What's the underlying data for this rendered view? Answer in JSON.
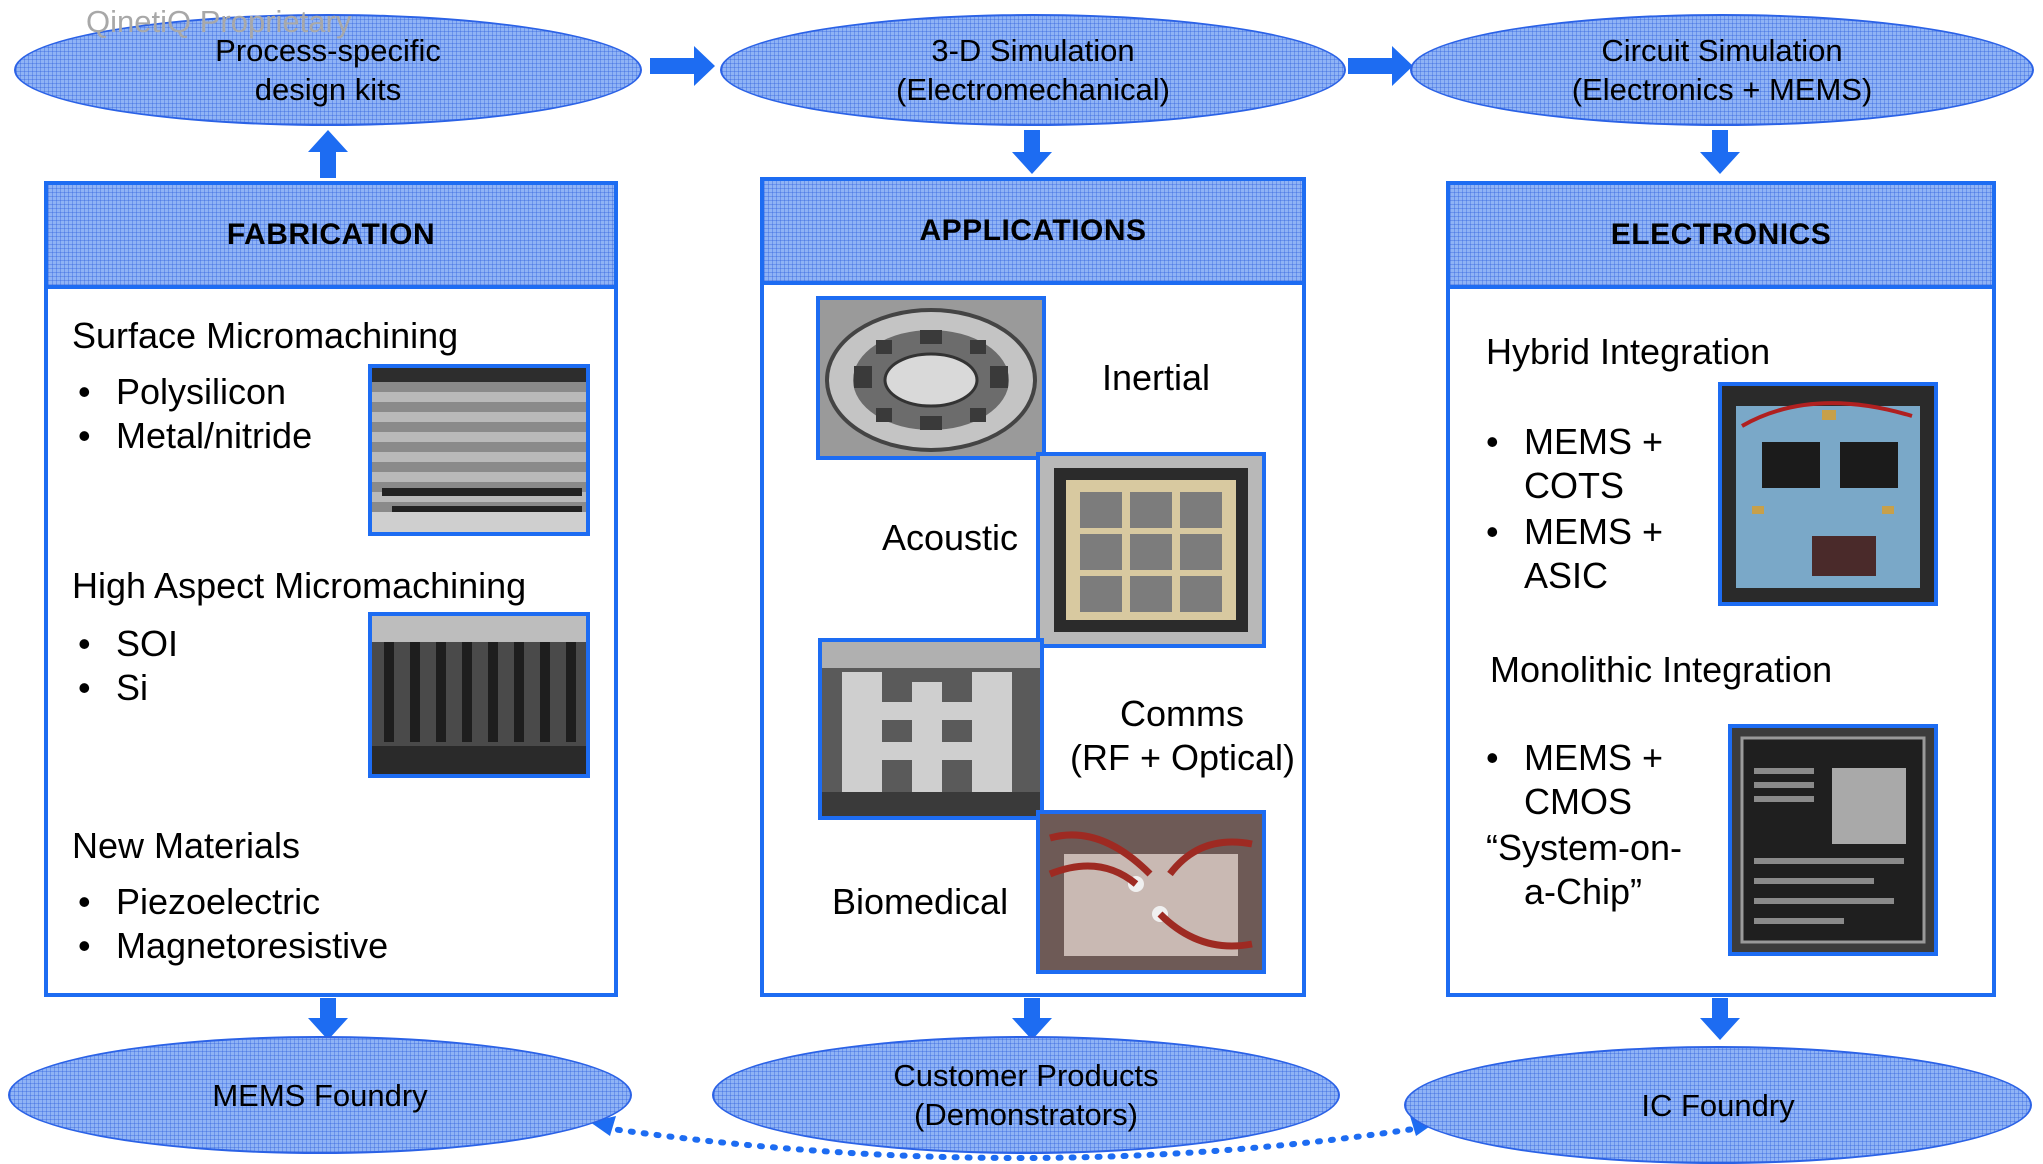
{
  "watermark": "QinetiQ Proprietary",
  "top_nodes": [
    {
      "line1": "Process-specific",
      "line2": "design kits"
    },
    {
      "line1": "3-D Simulation",
      "line2": "(Electromechanical)"
    },
    {
      "line1": "Circuit Simulation",
      "line2": "(Electronics + MEMS)"
    }
  ],
  "bottom_nodes": [
    {
      "line1": "MEMS Foundry",
      "line2": ""
    },
    {
      "line1": "Customer Products",
      "line2": "(Demonstrators)"
    },
    {
      "line1": "IC Foundry",
      "line2": ""
    }
  ],
  "fabrication": {
    "title": "FABRICATION",
    "sections": [
      {
        "heading": "Surface Micromachining",
        "items": [
          "Polysilicon",
          "Metal/nitride"
        ]
      },
      {
        "heading": "High Aspect Micromachining",
        "items": [
          "SOI",
          "Si"
        ]
      },
      {
        "heading": "New Materials",
        "items": [
          "Piezoelectric",
          "Magnetoresistive"
        ]
      }
    ]
  },
  "applications": {
    "title": "APPLICATIONS",
    "labels": [
      "Inertial",
      "Acoustic",
      "Comms",
      "(RF + Optical)",
      "Biomedical"
    ]
  },
  "electronics": {
    "title": "ELECTRONICS",
    "hybrid": {
      "heading": "Hybrid Integration",
      "items": [
        {
          "l1": "MEMS +",
          "l2": "COTS"
        },
        {
          "l1": "MEMS +",
          "l2": "ASIC"
        }
      ]
    },
    "monolithic": {
      "heading": "Monolithic Integration",
      "item": {
        "l1": "MEMS +",
        "l2": "CMOS"
      },
      "extra1": "“System-on-",
      "extra2": "a-Chip”"
    }
  },
  "bullet_char": "•",
  "colors": {
    "accent": "#1d6cf2",
    "node_fill": "#8fb3f5"
  }
}
